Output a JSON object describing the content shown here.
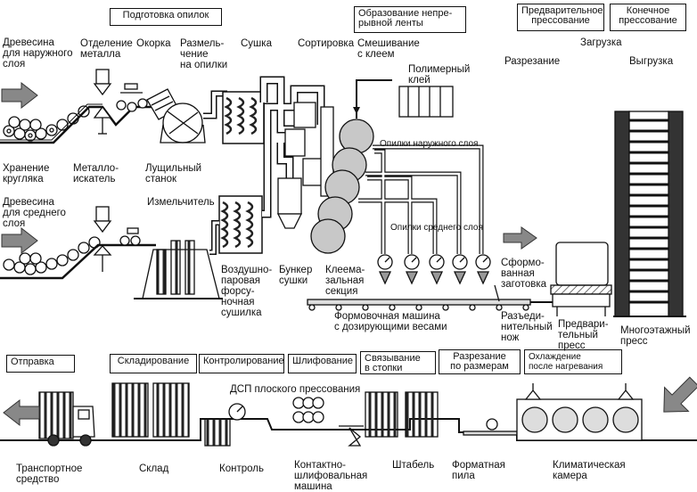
{
  "headers": {
    "prep": "Подготовка опилок",
    "forming": "Образование непре-\nрывной ленты",
    "prepress": "Предварительное\nпрессование",
    "finalpress": "Конечное\nпрессование"
  },
  "bottom_headers": {
    "shipping": "Отправка",
    "storage": "Складирование",
    "control": "Контролирование",
    "grinding": "Шлифование",
    "stacking": "Связывание\nв стопки",
    "cutting": "Разрезание\nпо размерам",
    "cooling": "Охлаждение\nпосле нагревания"
  },
  "labels": {
    "wood_outer": "Древесина\nдля наружного\nслоя",
    "metal_sep": "Отделение\nметалла",
    "debark": "Окорка",
    "crush": "Размель-\nчение\nна опилки",
    "drying": "Сушка",
    "sorting": "Сортировка",
    "mixing": "Смешивание\nс клеем",
    "load": "Загрузка",
    "cut": "Разрезание",
    "unload": "Выгрузка",
    "polymer": "Полимерный\nклей",
    "outer_chips": "Опилки наружного слоя",
    "log_storage": "Хранение\nкругляка",
    "metal_detector": "Металло-\nискатель",
    "peeler": "Лущильный\nстанок",
    "wood_middle": "Древесина\nдля среднего\nслоя",
    "shredder": "Измельчитель",
    "middle_chips": "Опилки среднего слоя",
    "air_dryer": "Воздушно-\nпаровая\nфорсу-\nночная\nсушилка",
    "dry_bunker": "Бункер\nсушки",
    "glue_section": "Клеема-\nзальная\nсекция",
    "formed_blank": "Сформо-\nванная\nзаготовка",
    "forming_machine": "Формовочная машина\nс дозирующими весами",
    "cut_knife": "Разъеди-\nнительный\nнож",
    "pre_press": "Предвари-\nтельный\nпресс",
    "multi_press": "Многоэтажный\nпресс",
    "flat_board": "ДСП плоского прессования",
    "transport": "Транспортное\nсредство",
    "warehouse": "Склад",
    "control": "Контроль",
    "sander": "Контактно-\nшлифовальная\nмашина",
    "stack": "Штабель",
    "format_saw": "Форматная\nпила",
    "climate": "Климатическая\nкамера"
  }
}
